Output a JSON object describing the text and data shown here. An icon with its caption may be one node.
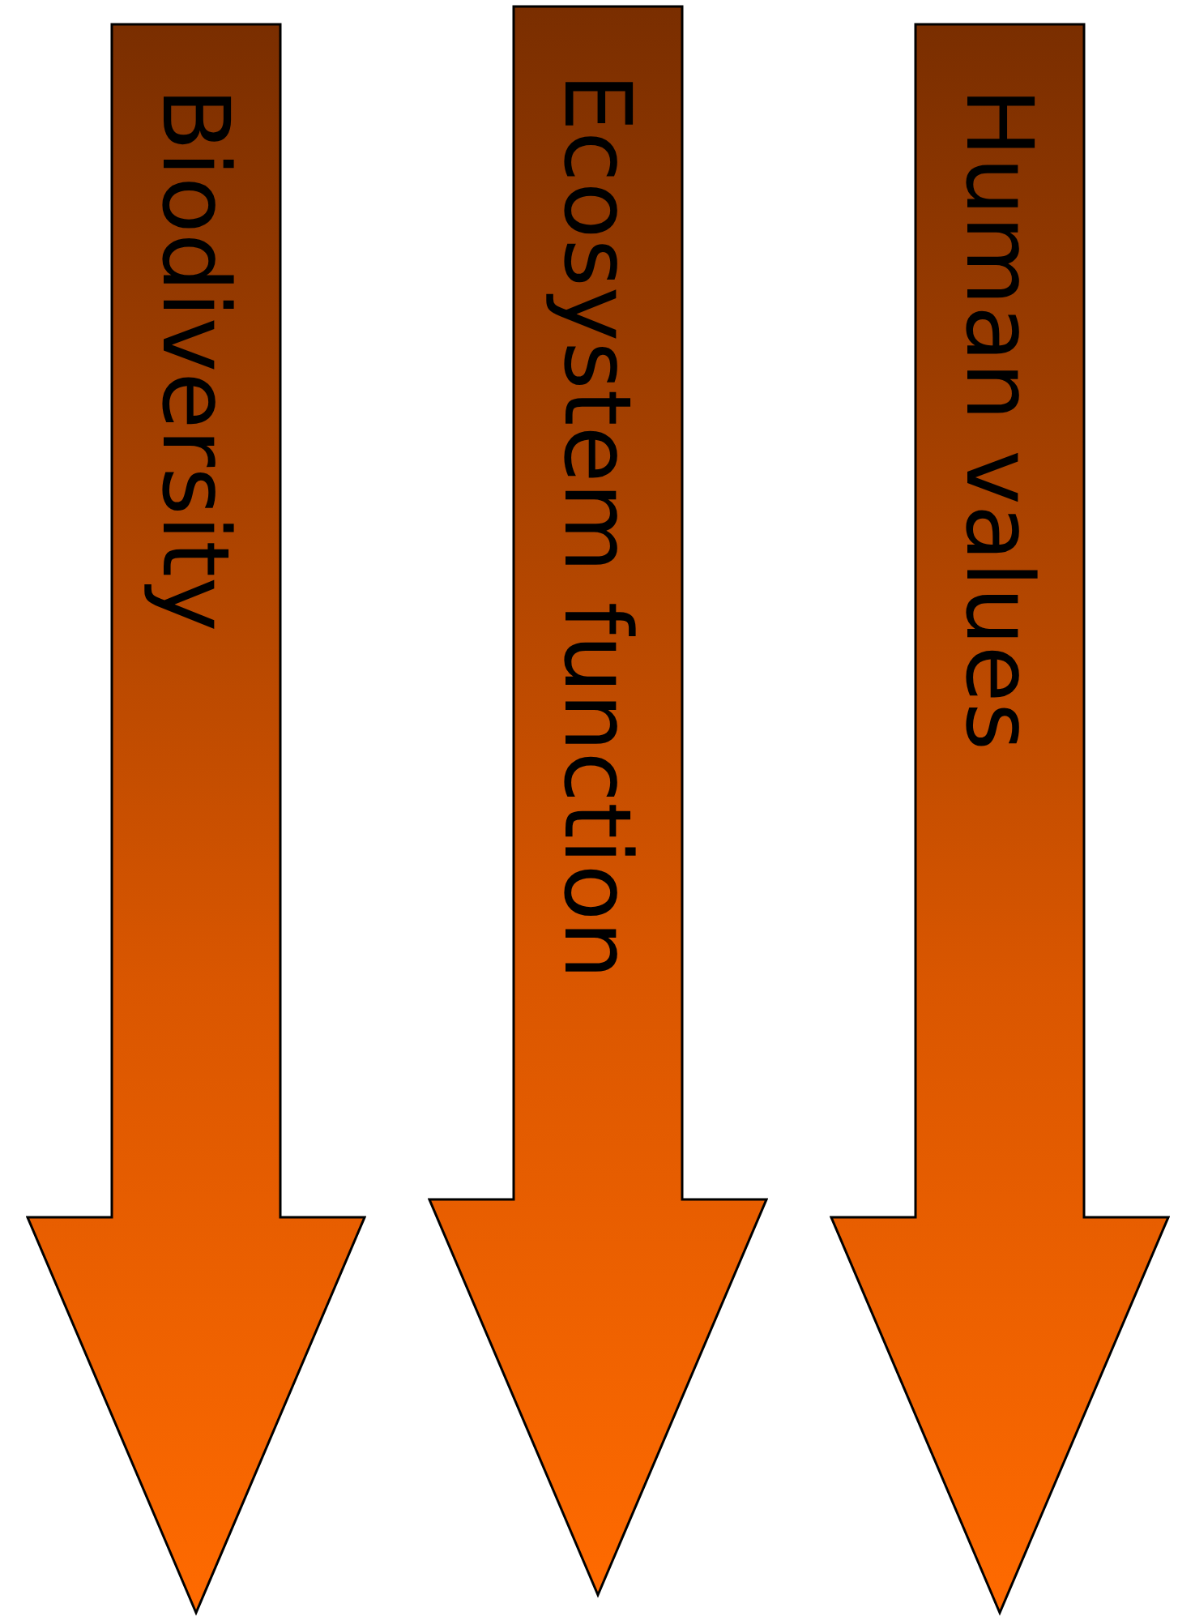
{
  "diagram": {
    "nodes": [
      {
        "text": [
          "Biodiversity"
        ]
      },
      {
        "text": [
          "Ecosystem function"
        ]
      },
      {
        "text": [
          "Human values"
        ]
      }
    ]
  }
}
